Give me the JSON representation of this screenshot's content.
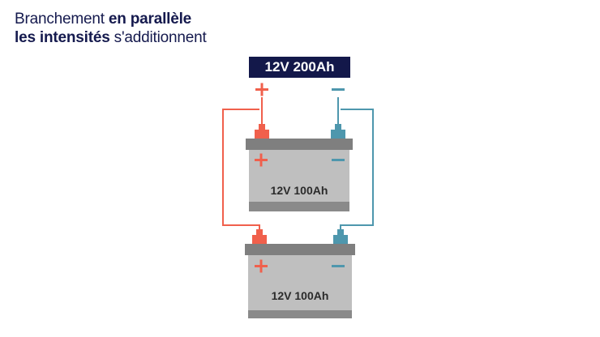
{
  "heading": {
    "line1_regular": "Branchement ",
    "line1_bold": "en parallèle",
    "line2_bold": "les intensités",
    "line2_regular": " s'additionnent"
  },
  "output_label": "12V 200Ah",
  "batteries": [
    {
      "label": "12V 100Ah"
    },
    {
      "label": "12V 100Ah"
    }
  ],
  "colors": {
    "positive": "#f0604c",
    "negative": "#4e97ad",
    "battery_body": "#bfbfbf",
    "battery_lid": "#7f7f7f",
    "badge": "#13184a",
    "heading_text": "#151a4e"
  },
  "icons": [
    "plus-sign",
    "minus-sign"
  ]
}
